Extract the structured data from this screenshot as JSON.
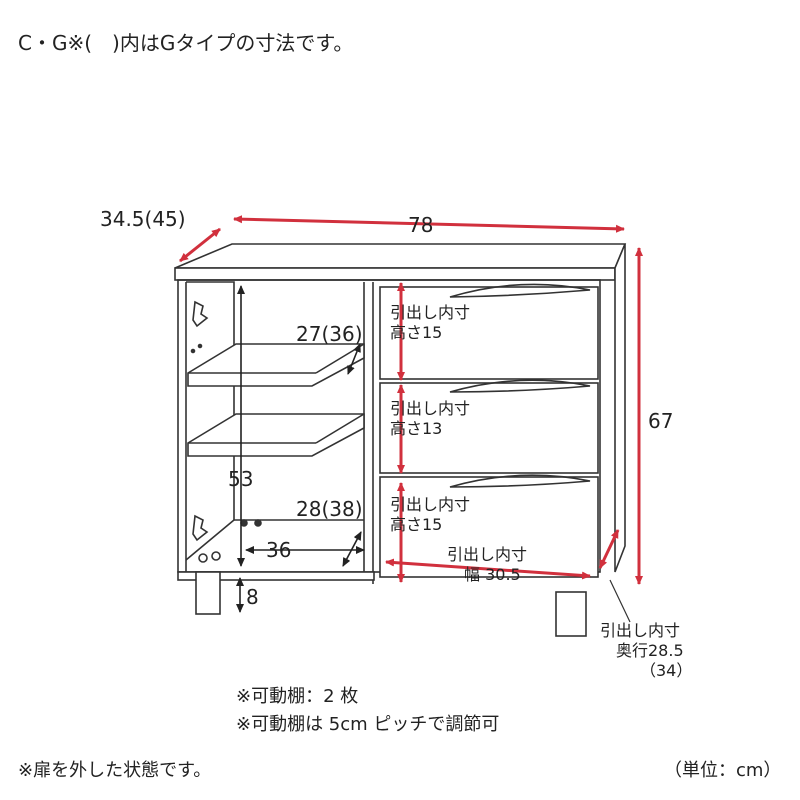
{
  "header": "C・G※(　)内はGタイプの寸法です。",
  "dimensions": {
    "depth": "34.5",
    "depth_g": "(45)",
    "width": "78",
    "height": "67",
    "upper_shelf_depth": "27",
    "upper_shelf_depth_g": "(36)",
    "lower_shelf_depth": "28",
    "lower_shelf_depth_g": "(38)",
    "inner_height": "53",
    "inner_width": "36",
    "leg_height": "8"
  },
  "drawers": [
    {
      "line1": "引出し内寸",
      "line2": "高さ15"
    },
    {
      "line1": "引出し内寸",
      "line2": "高さ13"
    },
    {
      "line1": "引出し内寸",
      "line2": "高さ15"
    }
  ],
  "drawer_width": {
    "line1": "引出し内寸",
    "line2": "幅 30.5"
  },
  "drawer_depth": {
    "line1": "引出し内寸",
    "line2": "奥行28.5",
    "line3": "（34）"
  },
  "notes": {
    "shelf_count": "※可動棚：2 枚",
    "shelf_pitch": "※可動棚は 5cm ピッチで調節可",
    "door_removed": "※扉を外した状態です。",
    "unit": "（単位：cm）"
  },
  "colors": {
    "arrow": "#d1303d",
    "line": "#333333",
    "text": "#222222"
  }
}
